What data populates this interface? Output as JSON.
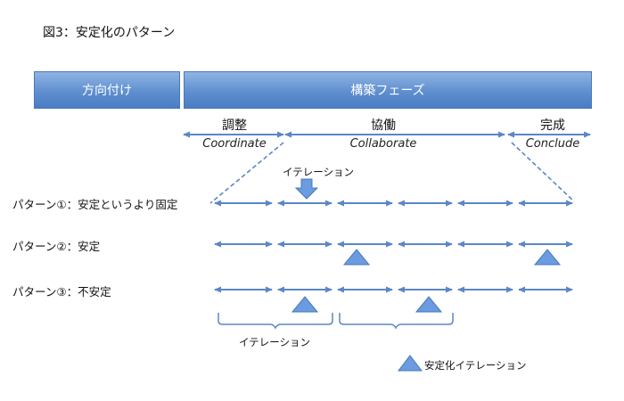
{
  "title": "図3：安定化のパターン",
  "phases": {
    "left": "方向付け",
    "right": "構築フェーズ"
  },
  "stages": [
    {
      "jp": "調整",
      "en": "Coordinate"
    },
    {
      "jp": "協働",
      "en": "Collaborate"
    },
    {
      "jp": "完成",
      "en": "Conclude"
    }
  ],
  "iteration_label_top": "イテレーション",
  "iteration_label_bottom": "イテレーション",
  "patterns": [
    {
      "label": "パターン①：安定というより固定"
    },
    {
      "label": "パターン②：安定"
    },
    {
      "label": "パターン③：不安定"
    }
  ],
  "legend": {
    "label": "安定化イテレーション"
  },
  "colors": {
    "bar": "#5f8fcf",
    "arrow": "#5b87c5",
    "triangle": "#6b9be0"
  }
}
